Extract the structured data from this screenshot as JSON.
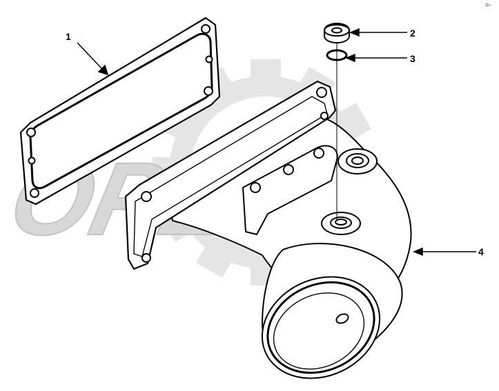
{
  "colors": {
    "line": "#000000",
    "background": "#ffffff",
    "watermark": "#e3e3e3"
  },
  "watermark": {
    "text": "OPEX",
    "icon": "gear-icon"
  },
  "corner_mark": "=-",
  "callouts": [
    {
      "label": "1",
      "part": "gasket"
    },
    {
      "label": "2",
      "part": "plug"
    },
    {
      "label": "3",
      "part": "o-ring"
    },
    {
      "label": "4",
      "part": "outlet-connection"
    }
  ]
}
